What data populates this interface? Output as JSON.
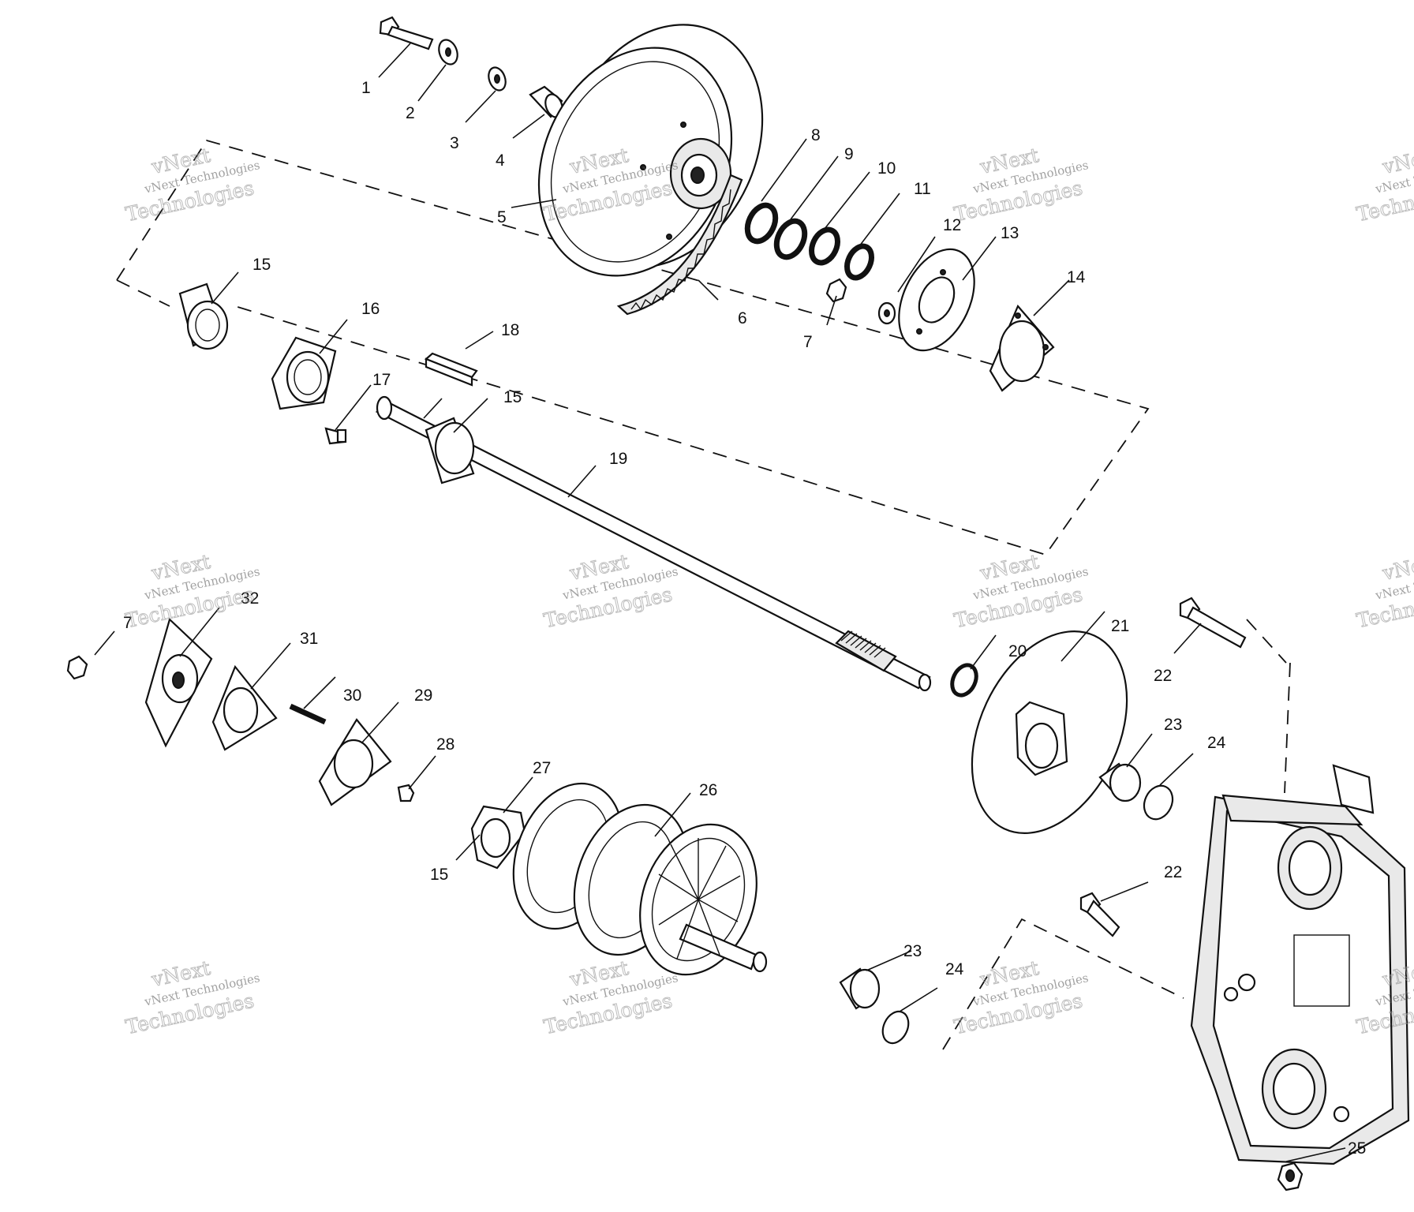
{
  "watermark": {
    "line1": "vNext",
    "line2": "vNext Technologies",
    "line3": "Technologies"
  },
  "callouts": [
    {
      "id": "c1",
      "text": "1"
    },
    {
      "id": "c2",
      "text": "2"
    },
    {
      "id": "c3",
      "text": "3"
    },
    {
      "id": "c4",
      "text": "4"
    },
    {
      "id": "c5",
      "text": "5"
    },
    {
      "id": "c6",
      "text": "6"
    },
    {
      "id": "c7a",
      "text": "7"
    },
    {
      "id": "c8",
      "text": "8"
    },
    {
      "id": "c9",
      "text": "9"
    },
    {
      "id": "c10",
      "text": "10"
    },
    {
      "id": "c11",
      "text": "11"
    },
    {
      "id": "c12",
      "text": "12"
    },
    {
      "id": "c13",
      "text": "13"
    },
    {
      "id": "c14",
      "text": "14"
    },
    {
      "id": "c15a",
      "text": "15"
    },
    {
      "id": "c16",
      "text": "16"
    },
    {
      "id": "c17",
      "text": "17"
    },
    {
      "id": "c18",
      "text": "18"
    },
    {
      "id": "c15b",
      "text": "15"
    },
    {
      "id": "c19",
      "text": "19"
    },
    {
      "id": "c20",
      "text": "20"
    },
    {
      "id": "c21",
      "text": "21"
    },
    {
      "id": "c22a",
      "text": "22"
    },
    {
      "id": "c23a",
      "text": "23"
    },
    {
      "id": "c24a",
      "text": "24"
    },
    {
      "id": "c7b",
      "text": "7"
    },
    {
      "id": "c32",
      "text": "32"
    },
    {
      "id": "c31",
      "text": "31"
    },
    {
      "id": "c30",
      "text": "30"
    },
    {
      "id": "c29",
      "text": "29"
    },
    {
      "id": "c28",
      "text": "28"
    },
    {
      "id": "c27",
      "text": "27"
    },
    {
      "id": "c26",
      "text": "26"
    },
    {
      "id": "c15c",
      "text": "15"
    },
    {
      "id": "c22b",
      "text": "22"
    },
    {
      "id": "c23b",
      "text": "23"
    },
    {
      "id": "c24b",
      "text": "24"
    },
    {
      "id": "c25",
      "text": "25"
    }
  ]
}
